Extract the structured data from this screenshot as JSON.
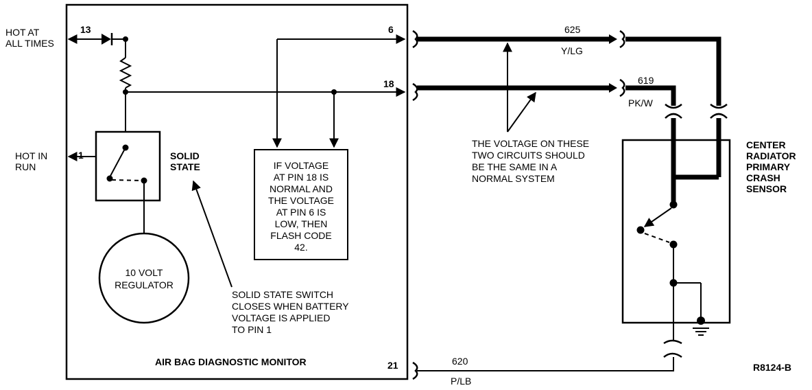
{
  "labels": {
    "hot_at_all_times_1": "HOT AT",
    "hot_at_all_times_2": "ALL TIMES",
    "hot_in_run_1": "HOT IN",
    "hot_in_run_2": "RUN",
    "pin_13": "13",
    "pin_1": "1",
    "pin_6": "6",
    "pin_18": "18",
    "pin_21": "21",
    "solid_state_1": "SOLID",
    "solid_state_2": "STATE",
    "regulator_1": "10 VOLT",
    "regulator_2": "REGULATOR",
    "note_box": [
      "IF VOLTAGE",
      "AT PIN 18 IS",
      "NORMAL AND",
      "THE VOLTAGE",
      "AT PIN 6 IS",
      "LOW, THEN",
      "FLASH CODE",
      "42."
    ],
    "switch_note": [
      "SOLID STATE SWITCH",
      "CLOSES WHEN BATTERY",
      "VOLTAGE IS APPLIED",
      "TO PIN 1"
    ],
    "monitor_title": "AIR BAG DIAGNOSTIC MONITOR",
    "circuit_625": "625",
    "color_625": "Y/LG",
    "circuit_619": "619",
    "color_619": "PK/W",
    "circuit_620": "620",
    "color_620": "P/LB",
    "voltage_note": [
      "THE VOLTAGE ON THESE",
      "TWO CIRCUITS SHOULD",
      "BE THE SAME IN A",
      "NORMAL SYSTEM"
    ],
    "sensor": [
      "CENTER",
      "RADIATOR",
      "PRIMARY",
      "CRASH",
      "SENSOR"
    ],
    "figure_id": "R8124-B"
  }
}
